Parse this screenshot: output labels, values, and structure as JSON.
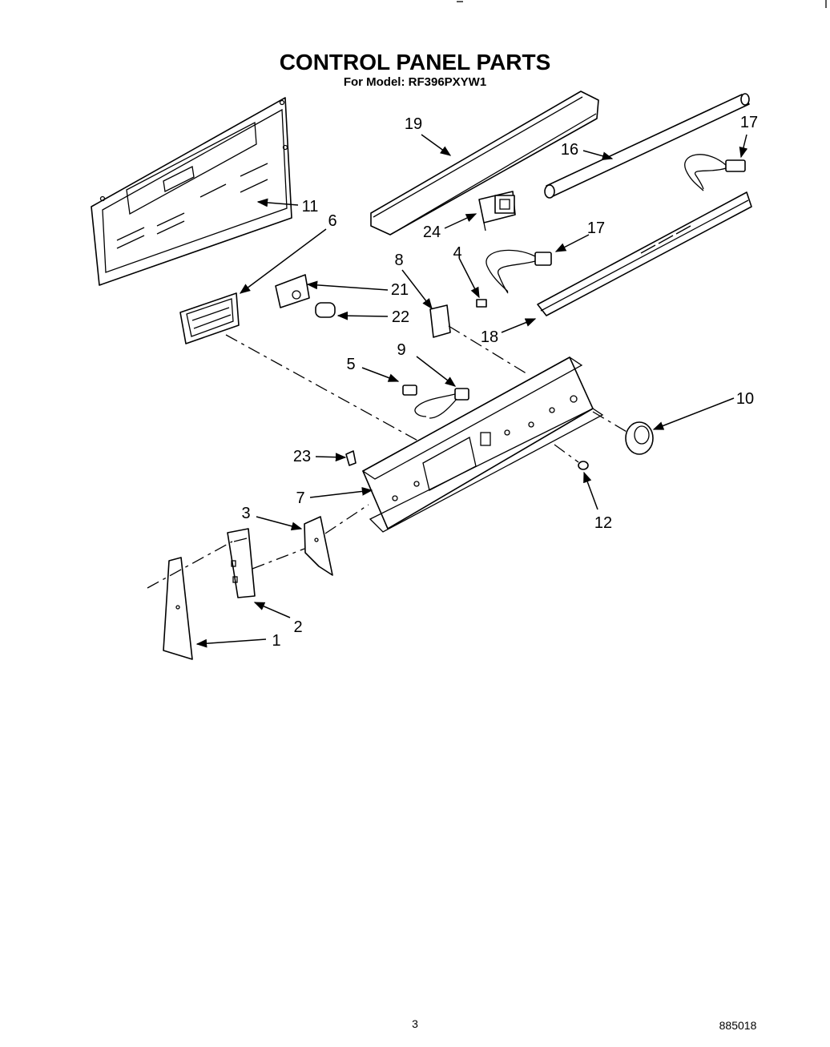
{
  "header": {
    "title": "CONTROL PANEL PARTS",
    "subtitle": "For Model: RF396PXYW1"
  },
  "callouts": [
    "19",
    "17",
    "16",
    "11",
    "6",
    "24",
    "17",
    "21",
    "8",
    "4",
    "22",
    "18",
    "9",
    "5",
    "10",
    "23",
    "7",
    "12",
    "3",
    "2",
    "1"
  ],
  "footer": {
    "page_number": "3",
    "document_code": "885018"
  },
  "colors": {
    "ink": "#000000",
    "paper": "#ffffff"
  }
}
